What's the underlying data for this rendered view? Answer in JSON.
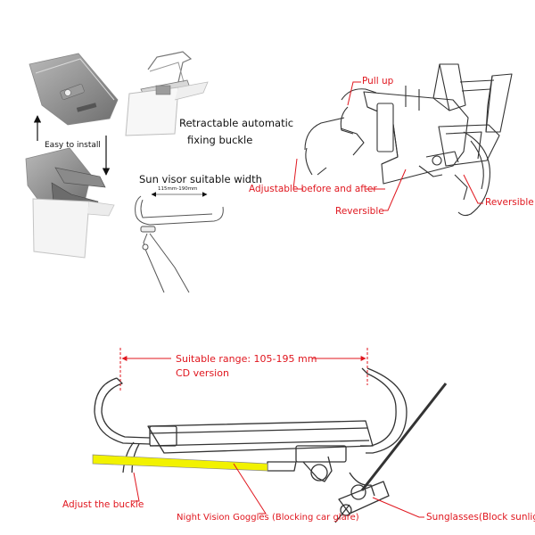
{
  "colors": {
    "annotation": "#e0161e",
    "line_art": "#333333",
    "yellow_beam": "#f2f200",
    "text": "#111111"
  },
  "top_left": {
    "retractable_label": "Retractable automatic",
    "fixing_buckle_label": "fixing buckle",
    "easy_install_label": "Easy to install",
    "width_title": "Sun visor suitable width",
    "width_range": "115mm-190mm"
  },
  "top_right": {
    "pull_up": "Pull up",
    "adjustable": "Adjustable before and after",
    "reversible_left": "Reversible",
    "reversible_right": "Reversible"
  },
  "bottom": {
    "range_label": "Suitable range: 105-195 mm",
    "cd_version": "CD version",
    "adjust_buckle": "Adjust the buckle",
    "night_vision": "Night Vision Goggles (Blocking car glare)",
    "sunglasses": "Sunglasses(Block sunlight)"
  }
}
